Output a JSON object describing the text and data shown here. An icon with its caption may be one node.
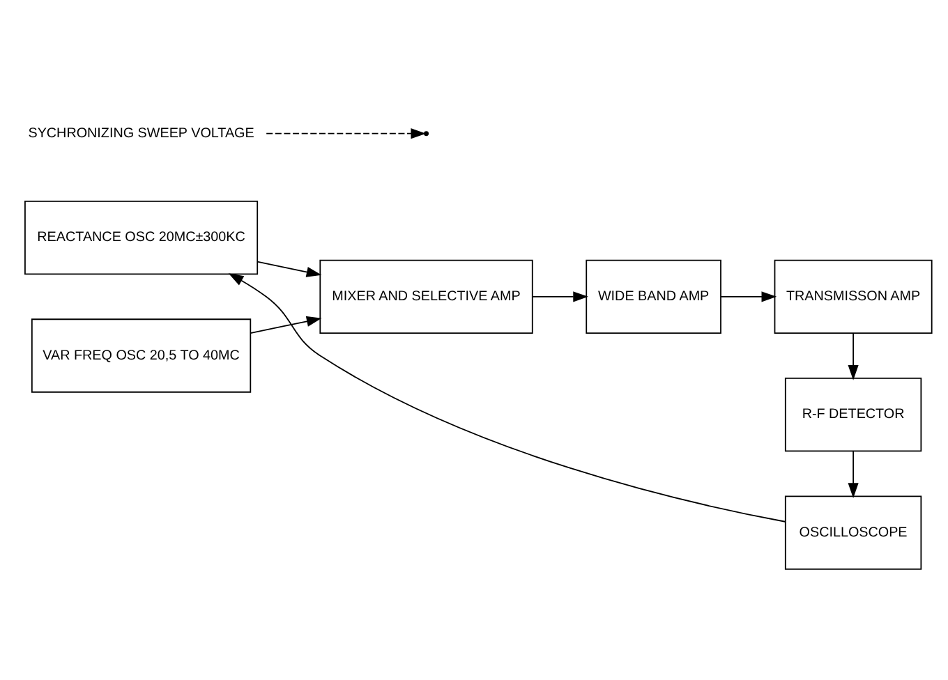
{
  "diagram": {
    "nodes": [
      {
        "text": [
          "REACTANCE OSC 20MC±300KC"
        ]
      },
      {
        "text": [
          "VAR FREQ OSC 20,5 TO 40MC"
        ]
      },
      {
        "text": [
          "MIXER AND SELECTIVE AMP"
        ]
      },
      {
        "text": [
          "WIDE BAND AMP"
        ]
      },
      {
        "text": [
          "TRANSMISSON AMP"
        ]
      },
      {
        "text": [
          "R-F DETECTOR"
        ]
      },
      {
        "text": [
          "OSCILLOSCOPE"
        ]
      },
      {
        "text": [
          "SYCHRONIZING SWEEP VOLTAGE"
        ]
      }
    ],
    "edges": [
      {
        "from": 0,
        "to": 2,
        "arrow": "to"
      },
      {
        "from": 1,
        "to": 2,
        "arrow": "to"
      },
      {
        "from": 2,
        "to": 3,
        "arrow": "to"
      },
      {
        "from": 3,
        "to": 4,
        "arrow": "to"
      },
      {
        "from": 4,
        "to": 5,
        "arrow": "to"
      },
      {
        "from": 5,
        "to": 6,
        "arrow": "to"
      },
      {
        "from": 6,
        "to": 0,
        "arrow": "to"
      },
      {
        "from": 7,
        "to": null,
        "arrow": "to",
        "style": "dashed"
      }
    ]
  }
}
